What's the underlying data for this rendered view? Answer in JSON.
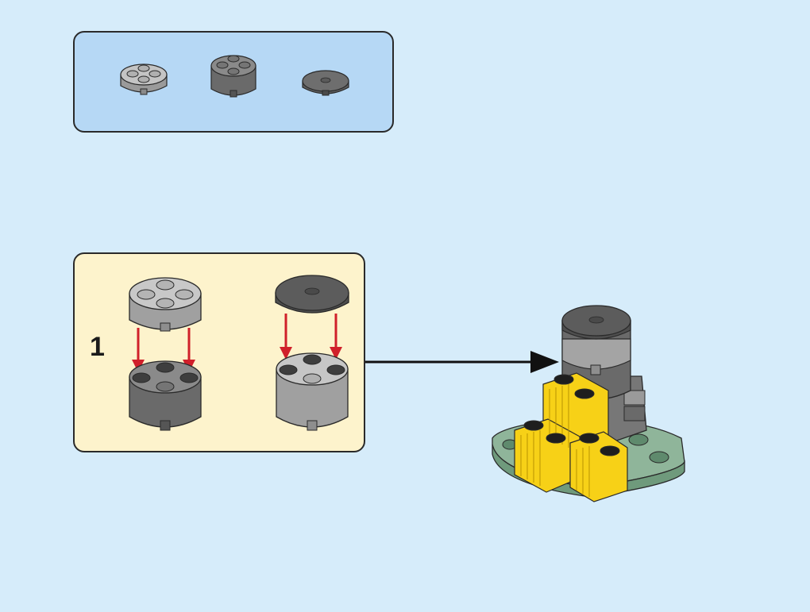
{
  "step": {
    "number": "1"
  },
  "parts": [
    {
      "name": "round-brick-2x2-light-gray",
      "color": "#a8a8a8"
    },
    {
      "name": "round-brick-2x2-dark-gray",
      "color": "#6d6d6d"
    },
    {
      "name": "round-tile-2x2-dark-gray",
      "color": "#5c5c5c"
    }
  ],
  "colors": {
    "background": "#d6ecfa",
    "parts_panel": "#b6d8f5",
    "substep_panel": "#fdf3cc",
    "arrow_red": "#d0202a",
    "yellow": "#f7d117",
    "sand_green": "#8fb59a",
    "light_gray": "#a8a8a8",
    "dark_gray": "#6d6d6d"
  },
  "icons": {
    "placement_arrow": "red-down-arrow-icon",
    "callout_arrow": "black-right-arrow-icon"
  }
}
